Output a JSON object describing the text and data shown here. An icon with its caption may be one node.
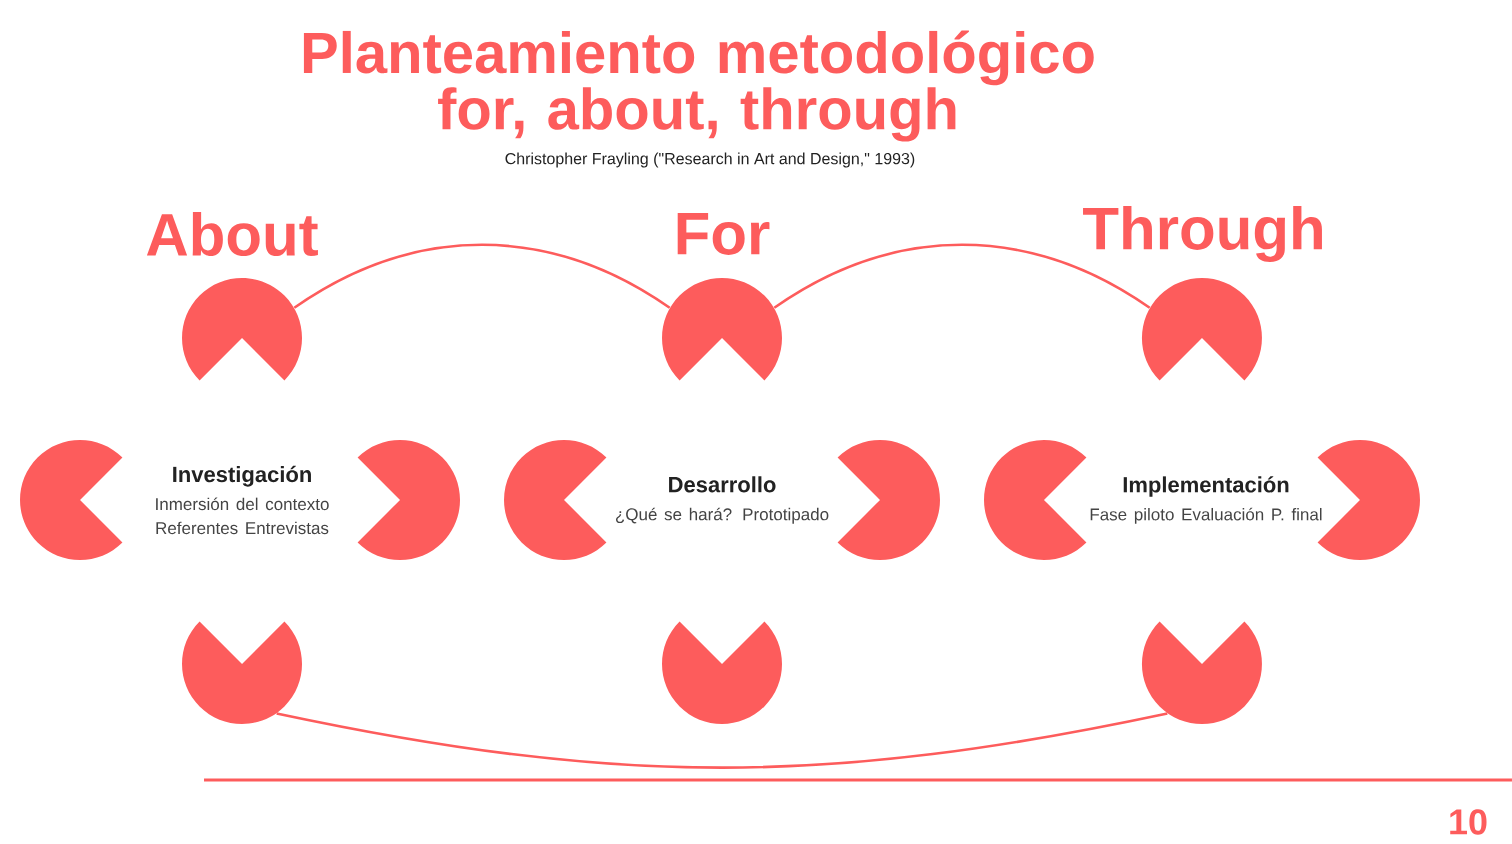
{
  "diagram": {
    "title": "Planteamiento metodológico for, about, through",
    "nodes": [
      {
        "text": [],
        "shape": "circle"
      },
      {
        "text": [],
        "shape": "circle"
      },
      {
        "text": [],
        "shape": "circle"
      },
      {
        "text": [],
        "shape": "circle"
      },
      {
        "text": [
          "Investigación",
          "Inmersión del contexto Referentes Entrevistas"
        ]
      },
      {
        "text": [],
        "shape": "circle"
      },
      {
        "text": [],
        "shape": "circle"
      },
      {
        "text": [
          "Desarrollo",
          "¿Qué se hará? Prototipado"
        ]
      },
      {
        "text": [],
        "shape": "circle"
      },
      {
        "text": [],
        "shape": "circle"
      },
      {
        "text": [
          "Implementación",
          "Fase piloto Evaluación P. final"
        ]
      },
      {
        "text": [],
        "shape": "circle"
      },
      {
        "text": [],
        "shape": "circle"
      },
      {
        "text": [],
        "shape": "circle"
      },
      {
        "text": [],
        "shape": "circle"
      }
    ],
    "edges": [
      {
        "from": 0,
        "to": 1,
        "arrow": "none"
      },
      {
        "from": 1,
        "to": 2,
        "arrow": "none"
      },
      {
        "from": 12,
        "to": 14,
        "arrow": "none"
      }
    ],
    "labels": [
      "Christopher Frayling (\"Research in Art and Design,\" 1993)",
      "About",
      "For",
      "Through",
      "10"
    ]
  }
}
